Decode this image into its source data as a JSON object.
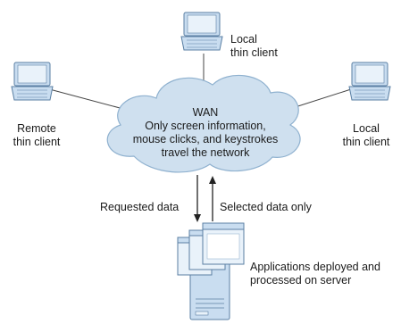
{
  "clients": {
    "top": {
      "line1": "Local",
      "line2": "thin client"
    },
    "left": {
      "line1": "Remote",
      "line2": "thin client"
    },
    "right": {
      "line1": "Local",
      "line2": "thin client"
    }
  },
  "cloud": {
    "title": "WAN",
    "line1": "Only screen information,",
    "line2": "mouse clicks, and keystrokes",
    "line3": "travel the network"
  },
  "arrows": {
    "down_label": "Requested data",
    "up_label": "Selected data only"
  },
  "server": {
    "line1": "Applications deployed and",
    "line2": "processed on server"
  },
  "colors": {
    "cloud_fill": "#cfe0ef",
    "cloud_stroke": "#8fb1cf",
    "device_fill": "#c9ddf0",
    "device_stroke": "#5a7fa3",
    "line": "#444444"
  }
}
